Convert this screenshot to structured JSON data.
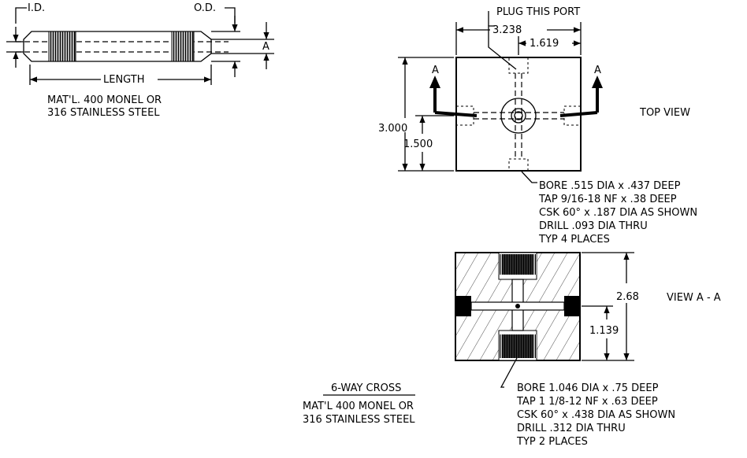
{
  "tube": {
    "id_label": "I.D.",
    "od_label": "O.D.",
    "a_label": "A",
    "length_label": "LENGTH",
    "material_line1": "MAT'L. 400 MONEL OR",
    "material_line2": "316 STAINLESS STEEL"
  },
  "top_view": {
    "plug_label": "PLUG THIS PORT",
    "dim_width": "3.238",
    "dim_half_width": "1.619",
    "dim_height": "3.000",
    "dim_half_height": "1.500",
    "section_mark_left": "A",
    "section_mark_right": "A",
    "view_label": "TOP VIEW",
    "note_lines": [
      "BORE .515 DIA x .437 DEEP",
      "TAP 9/16-18 NF x .38 DEEP",
      "CSK 60° x .187 DIA AS SHOWN",
      "DRILL .093 DIA THRU",
      "TYP 4 PLACES"
    ]
  },
  "section_view": {
    "dim_height": "2.68",
    "dim_half": "1.139",
    "view_label": "VIEW A - A",
    "note_lines": [
      "BORE 1.046 DIA x .75 DEEP",
      "TAP 1 1/8-12 NF x .63 DEEP",
      "CSK 60° x .438 DIA AS SHOWN",
      "DRILL .312 DIA THRU",
      "TYP 2 PLACES"
    ]
  },
  "cross": {
    "title": "6-WAY CROSS",
    "material_line1": "MAT'L 400 MONEL OR",
    "material_line2": "316 STAINLESS STEEL"
  }
}
